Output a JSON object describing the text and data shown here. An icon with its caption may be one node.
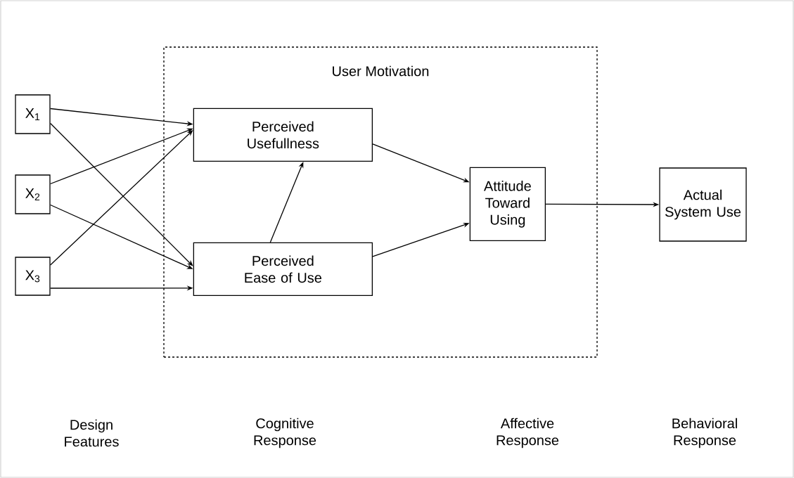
{
  "diagram": {
    "nodes": [
      {
        "text": [
          "User Motivation"
        ]
      },
      {
        "text": [
          "X$_{1}$"
        ]
      },
      {
        "text": [
          "X$_{2}$"
        ]
      },
      {
        "text": [
          "X$_{3}$"
        ]
      },
      {
        "text": [
          "Perceived Usefullness"
        ],
        "in": 0
      },
      {
        "text": [
          "Perceived Ease of Use"
        ],
        "in": 0
      },
      {
        "text": [
          "Attitude Toward Using"
        ],
        "in": 0
      },
      {
        "text": [
          "Actual System Use"
        ]
      }
    ],
    "edges": [
      {
        "from": 1,
        "to": 4,
        "arrow": "to"
      },
      {
        "from": 1,
        "to": 5,
        "arrow": "to"
      },
      {
        "from": 2,
        "to": 4,
        "arrow": "to"
      },
      {
        "from": 2,
        "to": 5,
        "arrow": "to"
      },
      {
        "from": 3,
        "to": 4,
        "arrow": "to"
      },
      {
        "from": 3,
        "to": 5,
        "arrow": "to"
      },
      {
        "from": 5,
        "to": 4,
        "arrow": "to"
      },
      {
        "from": 4,
        "to": 6,
        "arrow": "to"
      },
      {
        "from": 5,
        "to": 6,
        "arrow": "to"
      },
      {
        "from": 6,
        "to": 7,
        "arrow": "to"
      }
    ],
    "labels": [
      "Design Features",
      "Cognitive Response",
      "Affective Response",
      "Behavioral Response"
    ]
  }
}
